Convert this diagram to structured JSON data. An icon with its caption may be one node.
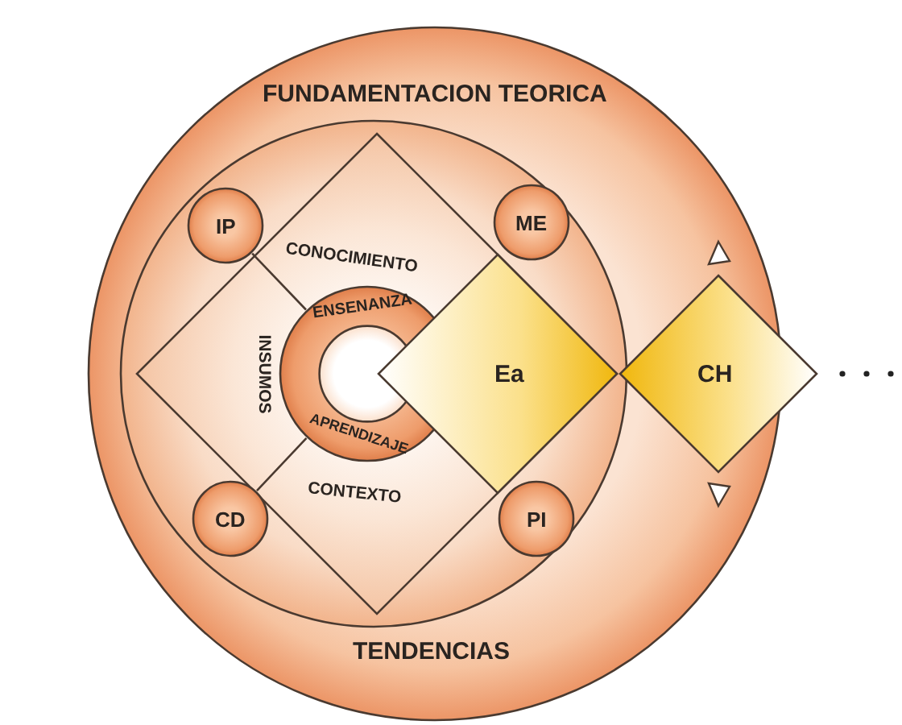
{
  "diagram": {
    "nodes": [
      {
        "text": [
          "FUNDAMENTACION TEORICA",
          "TENDENCIAS"
        ]
      },
      {
        "text": [],
        "shape": "circle",
        "in": 0
      },
      {
        "text": [
          "CONOCIMIENTO",
          "INSUMOS",
          "CONTEXTO"
        ],
        "in": 1
      },
      {
        "text": [
          "IP"
        ],
        "in": 1
      },
      {
        "text": [
          "ME"
        ],
        "in": 1
      },
      {
        "text": [
          "ENSENANZA",
          "APRENDIZAJE"
        ],
        "in": 2
      },
      {
        "text": [
          "Ea"
        ],
        "in": 2
      },
      {
        "text": [
          "CD"
        ],
        "in": 1
      },
      {
        "text": [
          "PI"
        ],
        "in": 1
      },
      {
        "text": [
          "CH"
        ]
      }
    ],
    "edges": [
      {
        "from": 3,
        "to": 5,
        "arrow": "none"
      },
      {
        "from": 7,
        "to": 5,
        "arrow": "none"
      }
    ]
  }
}
